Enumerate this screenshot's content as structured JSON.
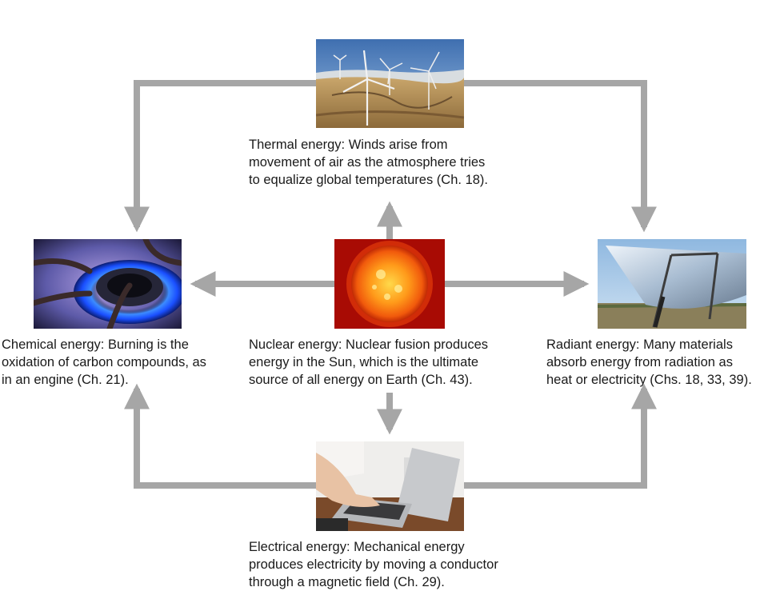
{
  "colors": {
    "arrow": "#a6a6a6",
    "text": "#1a1a1a"
  },
  "nodes": {
    "thermal": {
      "image": "wind-turbines-photo",
      "caption_lines": [
        "Thermal energy: Winds arise from",
        "movement of air as the atmosphere tries",
        "to equalize global temperatures (Ch. 18)."
      ]
    },
    "chemical": {
      "image": "gas-burner-flame-photo",
      "caption_lines": [
        "Chemical energy: Burning is the",
        "oxidation of carbon compounds, as",
        "in an engine (Ch. 21)."
      ]
    },
    "nuclear": {
      "image": "sun-photo",
      "caption_lines": [
        "Nuclear energy: Nuclear fusion produces",
        "energy in the Sun, which is the ultimate",
        "source of all energy on Earth (Ch. 43)."
      ]
    },
    "radiant": {
      "image": "solar-concentrator-photo",
      "caption_lines": [
        "Radiant energy: Many materials",
        "absorb energy from radiation as",
        "heat or electricity (Chs. 18, 33, 39)."
      ]
    },
    "electrical": {
      "image": "laptop-typing-photo",
      "caption_lines": [
        "Electrical energy: Mechanical energy",
        "produces electricity by moving a conductor",
        "through a magnetic field (Ch. 29)."
      ]
    }
  }
}
